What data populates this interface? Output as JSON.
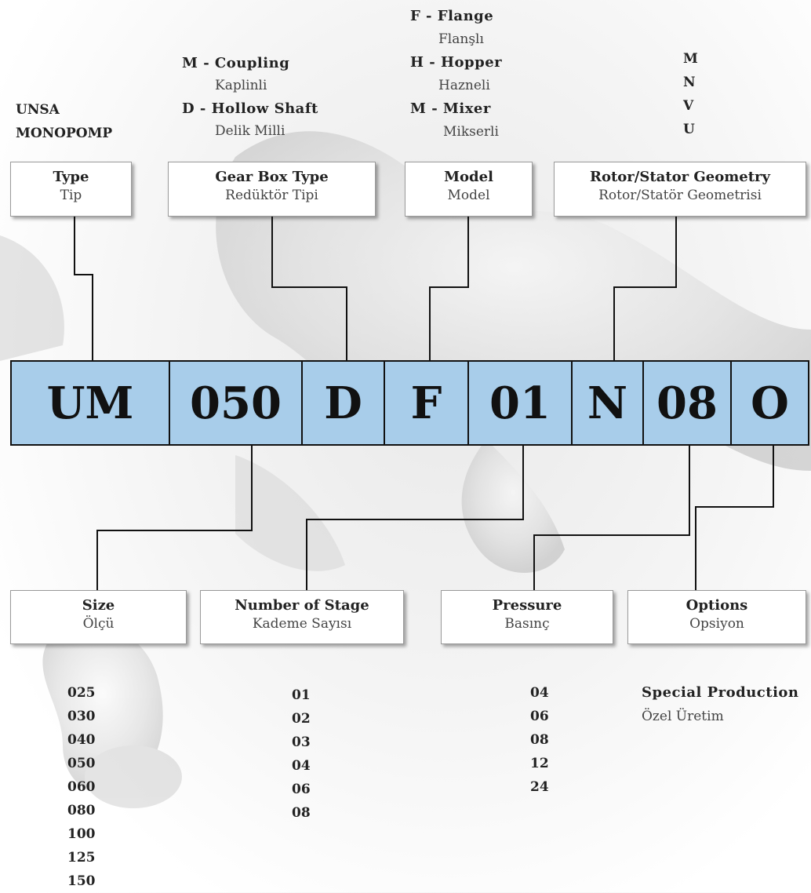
{
  "header": {
    "line1": "UNSA",
    "line2": "MONOPOMP"
  },
  "top_options": {
    "gearbox": [
      {
        "en": "M - Coupling",
        "tr": "Kaplinli"
      },
      {
        "en": "D - Hollow Shaft",
        "tr": "Delik Milli"
      }
    ],
    "model": [
      {
        "en": "F - Flange",
        "tr": "Flanşlı"
      },
      {
        "en": "H - Hopper",
        "tr": "Hazneli"
      },
      {
        "en": "M - Mixer",
        "tr": "Mikserli"
      }
    ],
    "geometry": [
      "M",
      "N",
      "V",
      "U"
    ]
  },
  "top_boxes": [
    {
      "en": "Type",
      "tr": "Tip"
    },
    {
      "en": "Gear Box Type",
      "tr": "Redüktör Tipi"
    },
    {
      "en": "Model",
      "tr": "Model"
    },
    {
      "en": "Rotor/Stator Geometry",
      "tr": "Rotor/Statör Geometrisi"
    }
  ],
  "code_segments": [
    "UM",
    "050",
    "D",
    "F",
    "01",
    "N",
    "08",
    "O"
  ],
  "bottom_boxes": [
    {
      "en": "Size",
      "tr": "Ölçü"
    },
    {
      "en": "Number of Stage",
      "tr": "Kademe Sayısı"
    },
    {
      "en": "Pressure",
      "tr": "Basınç"
    },
    {
      "en": "Options",
      "tr": "Opsiyon"
    }
  ],
  "lists": {
    "size": [
      "025",
      "030",
      "040",
      "050",
      "060",
      "080",
      "100",
      "125",
      "150"
    ],
    "stage": [
      "01",
      "02",
      "03",
      "04",
      "06",
      "08"
    ],
    "pressure": [
      "04",
      "06",
      "08",
      "12",
      "24"
    ],
    "options": {
      "en": "Special Production",
      "tr": "Özel Üretim"
    }
  }
}
